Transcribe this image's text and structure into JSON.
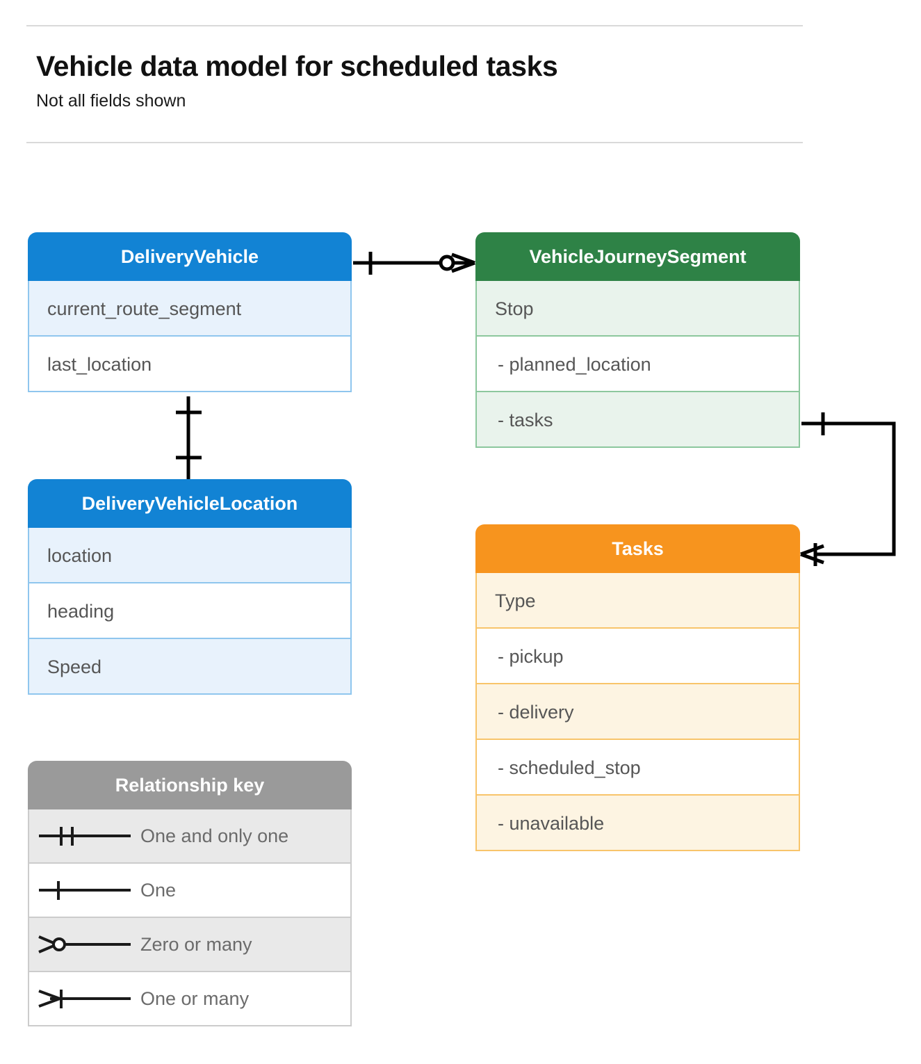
{
  "header": {
    "title": "Vehicle data model for scheduled tasks",
    "subtitle": "Not all fields shown"
  },
  "colors": {
    "blue": "#1283d4",
    "blue_row": "#e8f2fc",
    "blue_border": "#8fc6ee",
    "green": "#2e8246",
    "green_row": "#e9f3ec",
    "green_border": "#8cc79d",
    "orange": "#f7941e",
    "orange_row": "#fdf4e2",
    "orange_border": "#f8c46a",
    "grey": "#9a9a9a",
    "grey_row": "#e9e9e9",
    "grey_border": "#cccccc",
    "line": "#000000",
    "row_text": "#565656",
    "rule": "#d9d9d9"
  },
  "entities": [
    {
      "id": "delivery-vehicle",
      "title": "DeliveryVehicle",
      "theme": "blue",
      "rows": [
        {
          "label": "current_route_segment",
          "shade": "alt"
        },
        {
          "label": "last_location",
          "shade": "plain"
        }
      ]
    },
    {
      "id": "delivery-vehicle-location",
      "title": "DeliveryVehicleLocation",
      "theme": "blue",
      "rows": [
        {
          "label": "location",
          "shade": "alt"
        },
        {
          "label": "heading",
          "shade": "plain"
        },
        {
          "label": "Speed",
          "shade": "alt"
        }
      ]
    },
    {
      "id": "vehicle-journey-segment",
      "title": "VehicleJourneySegment",
      "theme": "green",
      "rows": [
        {
          "label": "Stop",
          "shade": "alt"
        },
        {
          "label": "-  planned_location",
          "shade": "plain"
        },
        {
          "label": "- tasks",
          "shade": "alt"
        }
      ]
    },
    {
      "id": "tasks",
      "title": "Tasks",
      "theme": "orange",
      "rows": [
        {
          "label": "Type",
          "shade": "alt"
        },
        {
          "label": "-  pickup",
          "shade": "plain"
        },
        {
          "label": "-  delivery",
          "shade": "alt"
        },
        {
          "label": "-  scheduled_stop",
          "shade": "plain"
        },
        {
          "label": "-  unavailable",
          "shade": "alt"
        }
      ]
    }
  ],
  "legend": {
    "title": "Relationship key",
    "items": [
      {
        "symbol": "one-and-only-one-symbol",
        "label": "One and only one",
        "shade": "alt"
      },
      {
        "symbol": "one-symbol",
        "label": "One",
        "shade": "plain"
      },
      {
        "symbol": "zero-or-many-symbol",
        "label": "Zero or many",
        "shade": "alt"
      },
      {
        "symbol": "one-or-many-symbol",
        "label": "One or many",
        "shade": "plain"
      }
    ]
  },
  "relationships": [
    {
      "id": "deliveryvehicle-to-journeysegment",
      "from": "DeliveryVehicle",
      "to": "VehicleJourneySegment",
      "from_cardinality": "One",
      "to_cardinality": "Zero or many"
    },
    {
      "id": "deliveryvehicle-to-vehiclelocation",
      "from": "DeliveryVehicle",
      "to": "DeliveryVehicleLocation",
      "from_cardinality": "One",
      "to_cardinality": "One"
    },
    {
      "id": "journeysegment-tasks-to-tasks",
      "from": "VehicleJourneySegment.tasks",
      "to": "Tasks",
      "from_cardinality": "One",
      "to_cardinality": "One or many"
    }
  ]
}
